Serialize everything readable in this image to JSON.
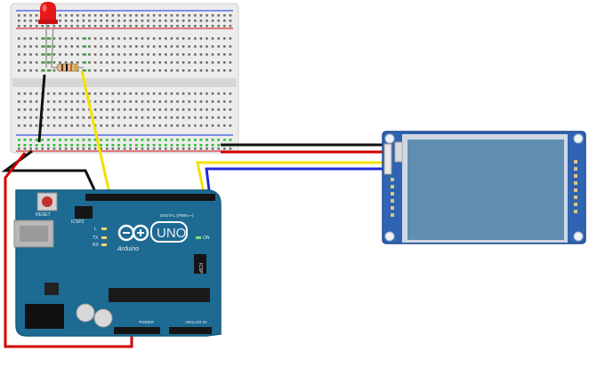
{
  "board": {
    "logo_text": "UNO",
    "brand_text": "Arduino",
    "reset_label": "RESET",
    "icsp2_label": "ICSP2",
    "icsp_label": "ICSP",
    "digital_label": "DIGITAL (PWM=~)",
    "power_label": "POWER",
    "analog_label": "ANALOG IN",
    "on_label": "ON",
    "tx_label": "TX",
    "rx_label": "RX",
    "l_label": "L"
  },
  "colors": {
    "board": "#1d6a93",
    "board_edge": "#155a7e",
    "display_pcb": "#2f63b3",
    "screen": "#5f8eb2",
    "breadboard": "#e9e9e9",
    "wire_black": "#111111",
    "wire_red": "#d00000",
    "wire_yellow": "#f2e200",
    "wire_blue": "#1f2bd6",
    "led_red": "#e81818"
  },
  "components": {
    "breadboard": "breadboard",
    "led": "red-led",
    "resistor": "resistor",
    "arduino": "arduino-uno",
    "display": "nextion-tft-display"
  }
}
